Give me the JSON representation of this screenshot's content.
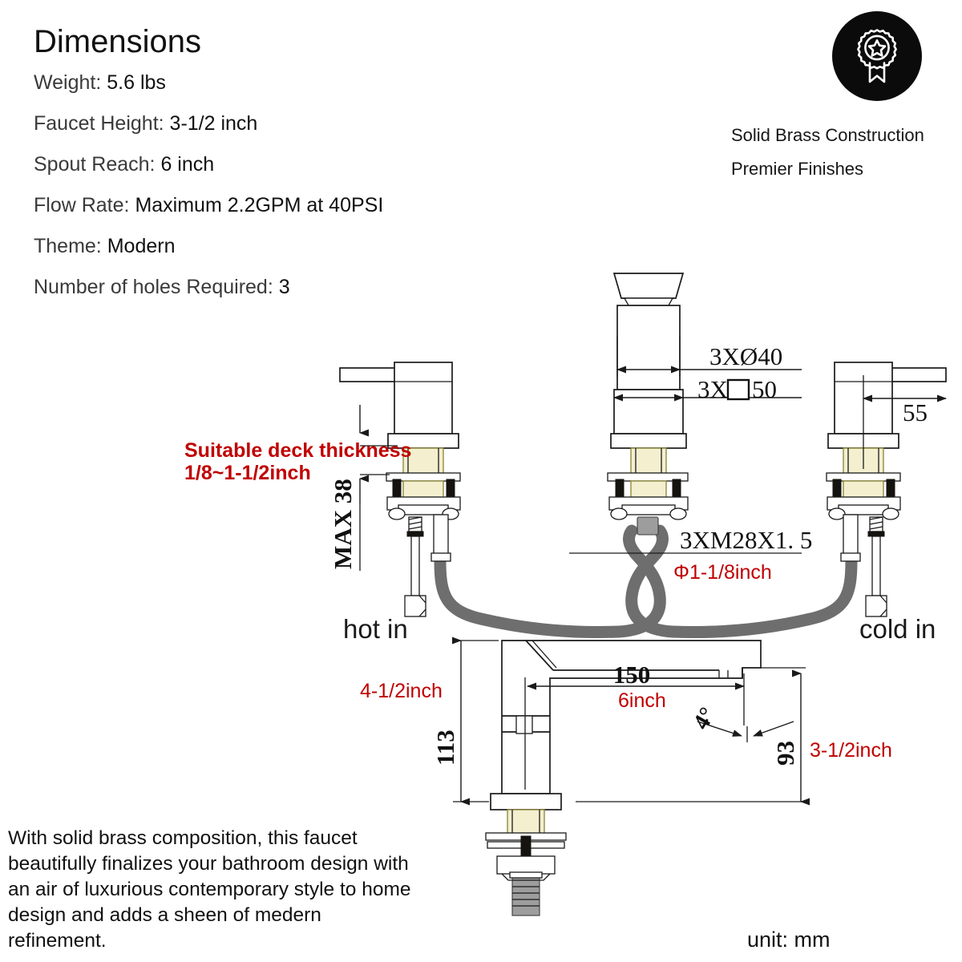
{
  "spec": {
    "title": "Dimensions",
    "rows": [
      {
        "label": "Weight:",
        "value": "5.6 lbs"
      },
      {
        "label": "Faucet Height:",
        "value": "3-1/2 inch"
      },
      {
        "label": "Spout Reach:",
        "value": "6 inch"
      },
      {
        "label": "Flow Rate:",
        "value": "Maximum 2.2GPM at 40PSI"
      },
      {
        "label": "Theme:",
        "value": "Modern"
      },
      {
        "label": "Number of holes Required:",
        "value": "3"
      }
    ]
  },
  "badge": {
    "icon": "award-ribbon-star-icon",
    "line1": "Solid Brass Construction",
    "line2": "Premier Finishes"
  },
  "description": "With solid brass composition, this faucet beautifully finalizes your bathroom design with an air of luxurious contemporary style to home design and adds a sheen of medern refinement.",
  "unit_note": "unit: mm",
  "annotations": {
    "hole_dia": "3XØ40",
    "hole_sq_prefix": "3X",
    "hole_sq_suffix": "50",
    "handle_offset": "55",
    "deck_thickness_line1": "Suitable deck thickness",
    "deck_thickness_line2": "1/8~1-1/2inch",
    "max_deck": "MAX 38",
    "thread_spec": "3XM28X1. 5",
    "hose_dia": "Φ1-1/8inch",
    "hot_in": "hot in",
    "cold_in": "cold in",
    "height_mm": "113",
    "height_inch": "4-1/2inch",
    "reach_mm": "150",
    "reach_inch": "6inch",
    "angle": "4°",
    "spout_height_mm": "93",
    "spout_height_inch": "3-1/2inch"
  },
  "colors": {
    "red_annotation": "#c00000",
    "line_black": "#1a1a1a",
    "hose_gray": "#6e6e6e",
    "brass": "#f3efcf",
    "badge_bg": "#0b0b0b"
  }
}
